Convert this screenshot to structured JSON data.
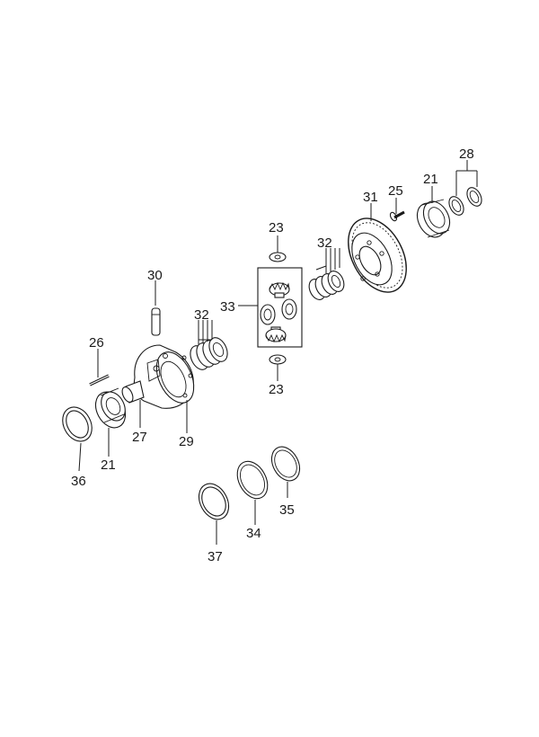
{
  "diagram": {
    "callouts": [
      "21",
      "21",
      "23",
      "23",
      "25",
      "26",
      "27",
      "28",
      "29",
      "30",
      "31",
      "32",
      "32",
      "33",
      "34",
      "35",
      "36",
      "37"
    ]
  }
}
